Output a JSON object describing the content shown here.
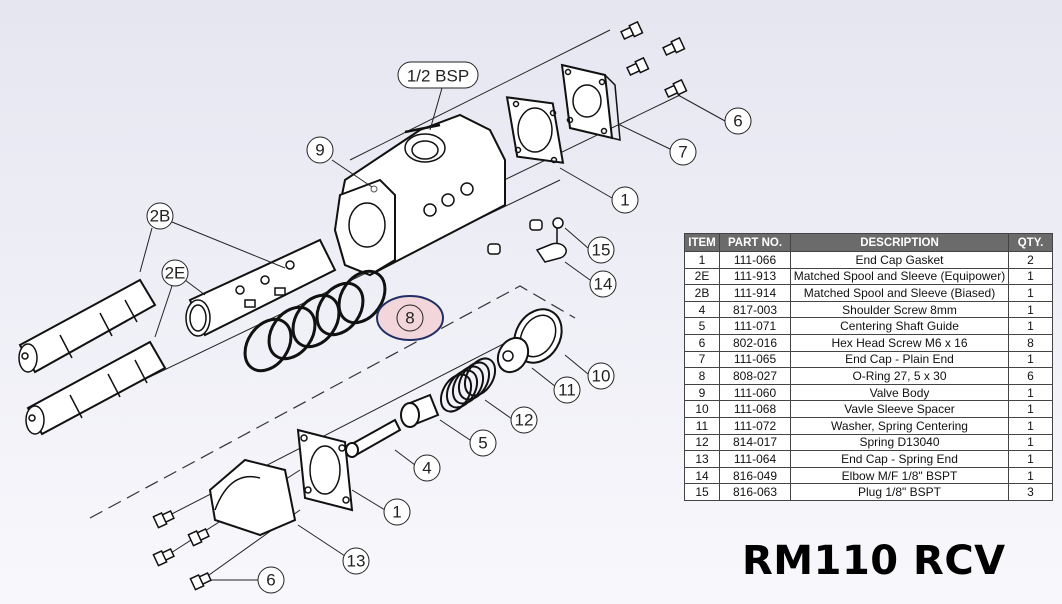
{
  "title": "RM110 RCV",
  "diagram": {
    "port_label": "1/2 BSP",
    "highlighted_callout": "8",
    "highlight_color": "#f3d6dc",
    "highlight_border": "#1f2f63",
    "callouts": {
      "c1a": "1",
      "c1b": "1",
      "c2b": "2B",
      "c2e": "2E",
      "c4": "4",
      "c5": "5",
      "c6a": "6",
      "c6b": "6",
      "c7": "7",
      "c8": "8",
      "c9": "9",
      "c10": "10",
      "c11": "11",
      "c12": "12",
      "c13": "13",
      "c14": "14",
      "c15": "15"
    }
  },
  "parts_table": {
    "headers": [
      "ITEM",
      "PART NO.",
      "DESCRIPTION",
      "QTY."
    ],
    "header_color": "#6b6b6b",
    "rows": [
      {
        "item": "1",
        "part_no": "111-066",
        "description": "End Cap Gasket",
        "qty": "2"
      },
      {
        "item": "2E",
        "part_no": "111-913",
        "description": "Matched Spool and Sleeve (Equipower)",
        "qty": "1"
      },
      {
        "item": "2B",
        "part_no": "111-914",
        "description": "Matched Spool and Sleeve (Biased)",
        "qty": "1"
      },
      {
        "item": "4",
        "part_no": "817-003",
        "description": "Shoulder Screw 8mm",
        "qty": "1"
      },
      {
        "item": "5",
        "part_no": "111-071",
        "description": "Centering Shaft Guide",
        "qty": "1"
      },
      {
        "item": "6",
        "part_no": "802-016",
        "description": "Hex Head Screw M6 x 16",
        "qty": "8"
      },
      {
        "item": "7",
        "part_no": "111-065",
        "description": "End Cap - Plain End",
        "qty": "1"
      },
      {
        "item": "8",
        "part_no": "808-027",
        "description": "O-Ring 27, 5 x 30",
        "qty": "6"
      },
      {
        "item": "9",
        "part_no": "111-060",
        "description": "Valve Body",
        "qty": "1"
      },
      {
        "item": "10",
        "part_no": "111-068",
        "description": "Vavle Sleeve Spacer",
        "qty": "1"
      },
      {
        "item": "11",
        "part_no": "111-072",
        "description": "Washer, Spring Centering",
        "qty": "1"
      },
      {
        "item": "12",
        "part_no": "814-017",
        "description": "Spring D13040",
        "qty": "1"
      },
      {
        "item": "13",
        "part_no": "111-064",
        "description": "End Cap - Spring End",
        "qty": "1"
      },
      {
        "item": "14",
        "part_no": "816-049",
        "description": "Elbow M/F 1/8\" BSPT",
        "qty": "1"
      },
      {
        "item": "15",
        "part_no": "816-063",
        "description": "Plug 1/8\" BSPT",
        "qty": "3"
      }
    ]
  }
}
